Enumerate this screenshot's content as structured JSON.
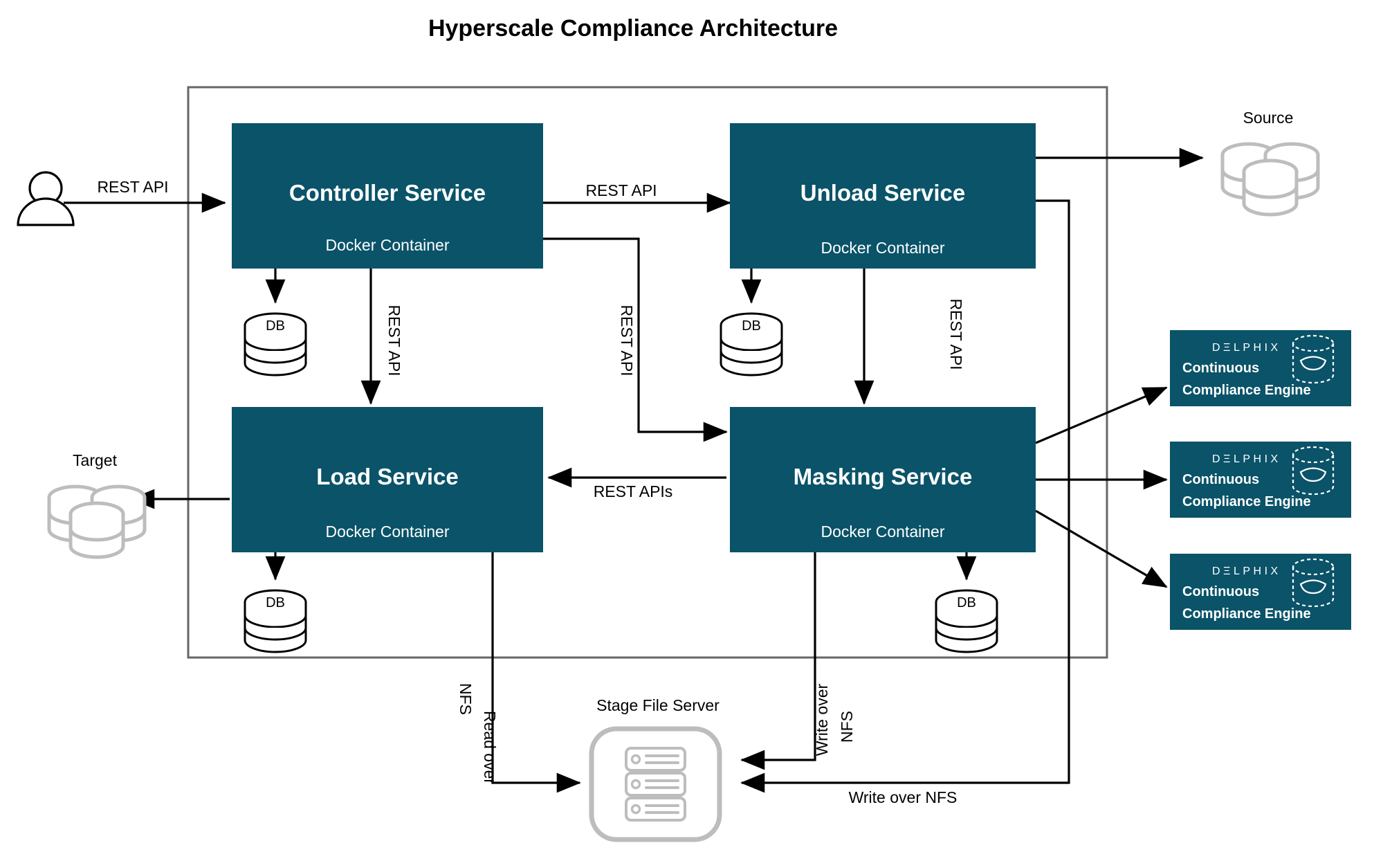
{
  "title": "Hyperscale Compliance Architecture",
  "services": [
    {
      "id": "controller",
      "name": "Controller Service",
      "subtitle": "Docker Container",
      "db_label": "DB"
    },
    {
      "id": "unload",
      "name": "Unload Service",
      "subtitle": "Docker Container",
      "db_label": "DB"
    },
    {
      "id": "load",
      "name": "Load Service",
      "subtitle": "Docker Container",
      "db_label": "DB"
    },
    {
      "id": "masking",
      "name": "Masking Service",
      "subtitle": "Docker Container",
      "db_label": "DB"
    }
  ],
  "external_nodes": [
    {
      "id": "user",
      "label": "",
      "icon": "user-icon"
    },
    {
      "id": "source",
      "label": "Source",
      "icon": "database-cluster-icon"
    },
    {
      "id": "target",
      "label": "Target",
      "icon": "database-cluster-icon"
    },
    {
      "id": "stage",
      "label": "Stage File Server",
      "icon": "file-server-icon"
    }
  ],
  "engines": [
    {
      "brand": "DΞLPHIX",
      "line1": "Continuous",
      "line2": "Compliance Engine",
      "icon": "masked-database-icon"
    },
    {
      "brand": "DΞLPHIX",
      "line1": "Continuous",
      "line2": "Compliance Engine",
      "icon": "masked-database-icon"
    },
    {
      "brand": "DΞLPHIX",
      "line1": "Continuous",
      "line2": "Compliance Engine",
      "icon": "masked-database-icon"
    }
  ],
  "edge_labels": {
    "user_to_controller": "REST API",
    "controller_to_unload": "REST API",
    "controller_to_load": "REST API",
    "controller_to_masking": "REST API",
    "unload_to_masking": "REST API",
    "masking_to_load": "REST APIs",
    "load_read_nfs_1": "Read over",
    "load_read_nfs_2": "NFS",
    "masking_write_nfs_1": "Write over",
    "masking_write_nfs_2": "NFS",
    "unload_write_nfs": "Write over NFS"
  },
  "colors": {
    "service_fill": "#0a5369",
    "engine_fill": "#0a5369",
    "boundary_stroke": "#666666",
    "icon_gray": "#bdbdbd",
    "line": "#000000",
    "text_on_dark": "#ffffff",
    "background": "#ffffff"
  }
}
